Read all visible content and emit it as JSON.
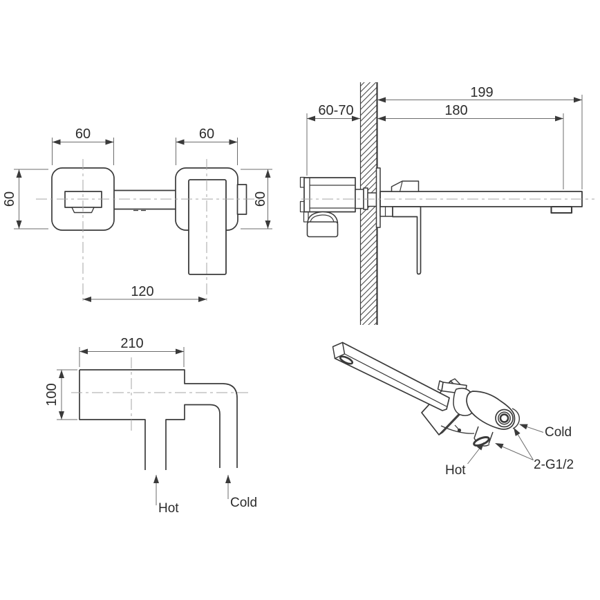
{
  "drawing": {
    "front": {
      "width_left": "60",
      "width_right": "60",
      "height_left": "60",
      "height_right": "60",
      "spacing": "120"
    },
    "side": {
      "reach_total": "199",
      "reach_spout": "180",
      "wall_depth": "60-70"
    },
    "plan": {
      "length": "210",
      "depth": "100",
      "hot": "Hot",
      "cold": "Cold"
    },
    "iso": {
      "hot": "Hot",
      "cold": "Cold",
      "thread": "2-G1/2"
    },
    "colors": {
      "part_line": "#3a3a3a",
      "dimension_line": "#6b6b6b",
      "centerline": "#a6a6a6",
      "text": "#2b2b2b",
      "background": "#ffffff"
    }
  }
}
